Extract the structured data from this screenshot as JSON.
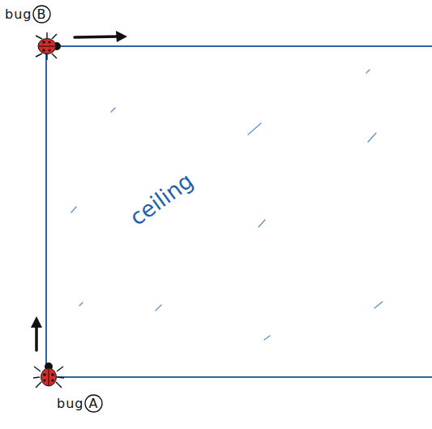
{
  "diagram": {
    "nodes": [
      {
        "text": [
          "ceiling"
        ]
      }
    ],
    "labels": [
      "bug B",
      "bug A"
    ]
  }
}
